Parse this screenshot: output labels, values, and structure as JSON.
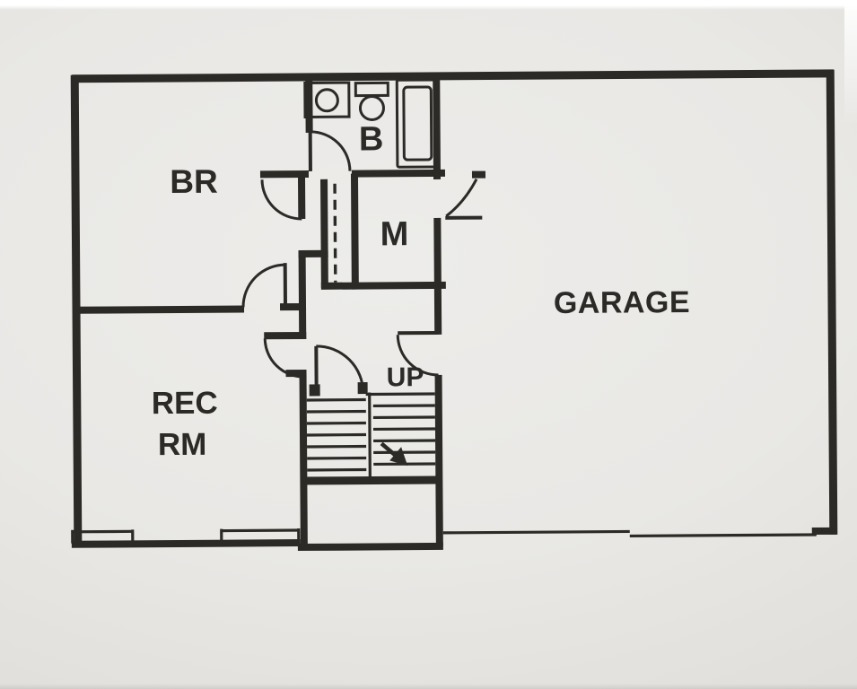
{
  "labels": {
    "bedroom": "BR",
    "bathroom": "B",
    "m_room": "M",
    "garage": "GARAGE",
    "rec_room_line1": "REC",
    "rec_room_line2": "RM",
    "stairs_up": "UP"
  },
  "fixtures": {
    "sink_icon": "bathroom-sink",
    "toilet_icon": "toilet",
    "bathtub_icon": "bathtub",
    "stairs_arrow_icon": "down-right-arrow",
    "window_icon": "window-symbol",
    "door_icon": "door-swing-arc"
  },
  "colors": {
    "ink": "#2c2a27",
    "paper": "#e9e8e5",
    "paper_edge": "#d7d5d1",
    "page_bg": "#ffffff"
  }
}
